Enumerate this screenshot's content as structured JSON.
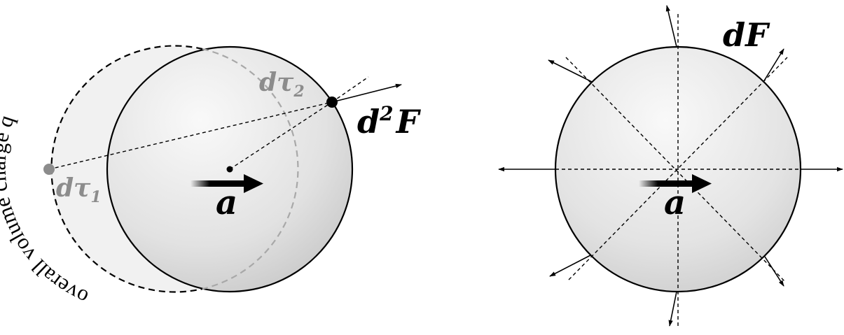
{
  "left_diagram": {
    "curved_label": "overall volume charge q",
    "label_dtau1_main": "dτ",
    "label_dtau1_sub": "1",
    "label_dtau2_main": "dτ",
    "label_dtau2_sub": "2",
    "label_d2F_main": "d",
    "label_d2F_sup": "2",
    "label_d2F_end": "F",
    "label_a": "a"
  },
  "right_diagram": {
    "label_dF": "dF",
    "label_a": "a"
  },
  "colors": {
    "stroke": "#000000",
    "grey_label": "#8c8c8c",
    "dashed_grey": "#a0a0a0",
    "sphere_light": "#f7f7f7",
    "sphere_dark": "#c4c4c4",
    "ghost_fill": "#f0f0f0"
  }
}
